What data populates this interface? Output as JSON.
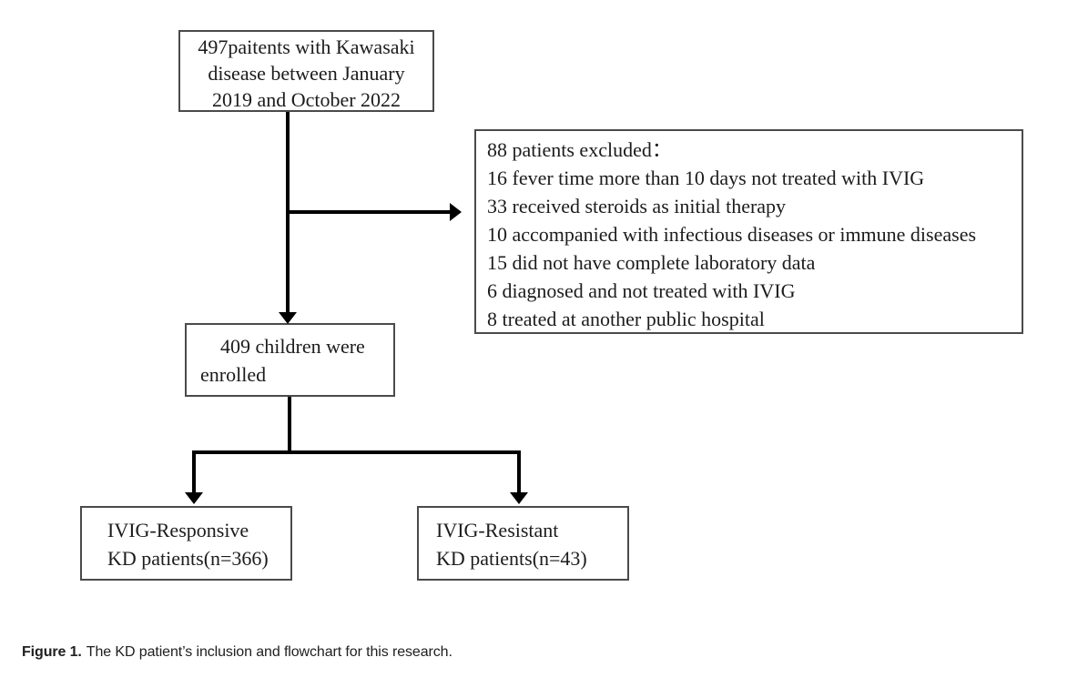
{
  "figure": {
    "nodes": {
      "total": {
        "lines": [
          "497paitents with Kawasaki",
          "disease between January",
          "2019 and October 2022"
        ]
      },
      "excluded": {
        "lines": [
          "88 patients excluded：",
          "16 fever time more than 10 days not treated with IVIG",
          "33 received steroids as initial therapy",
          "10 accompanied with infectious diseases or immune diseases",
          "15 did not have complete laboratory data",
          "6 diagnosed and not treated with IVIG",
          "8 treated at another public hospital"
        ]
      },
      "enrolled": {
        "lines": [
          "409 children were",
          "enrolled"
        ]
      },
      "responsive": {
        "lines": [
          "IVIG-Responsive",
          "KD patients(n=366)"
        ]
      },
      "resistant": {
        "lines": [
          "IVIG-Resistant",
          "KD patients(n=43)"
        ]
      }
    },
    "caption": {
      "label": "Figure 1.",
      "text": "The KD patient’s inclusion and flowchart for this research."
    },
    "colors": {
      "background": "#ffffff",
      "box_border": "#4a4a4a",
      "arrow": "#000000",
      "text": "#1c1c1c",
      "caption_text": "#202020"
    }
  }
}
